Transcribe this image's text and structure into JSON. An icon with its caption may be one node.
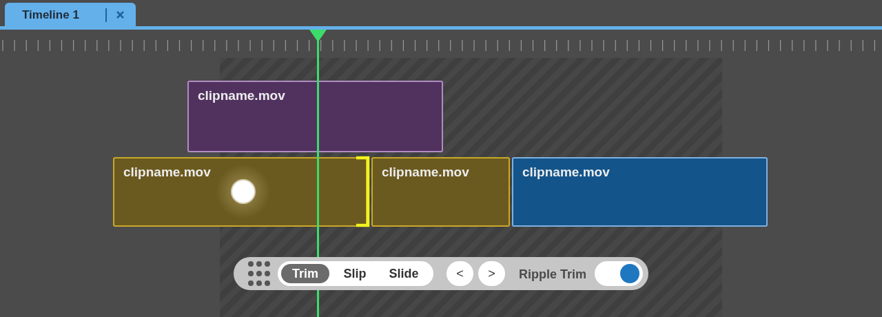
{
  "diagram": {
    "nodes": [
      {
        "text": [
          "clipname.mov"
        ]
      },
      {
        "text": [
          "clipname.mov"
        ]
      },
      {
        "text": [
          "clipname.mov"
        ]
      },
      {
        "text": [
          "clipname.mov"
        ]
      }
    ],
    "labels": [
      "Timeline 1",
      "Trim",
      "Slip",
      "Slide",
      "<",
      ">",
      "Ripple Trim"
    ]
  }
}
